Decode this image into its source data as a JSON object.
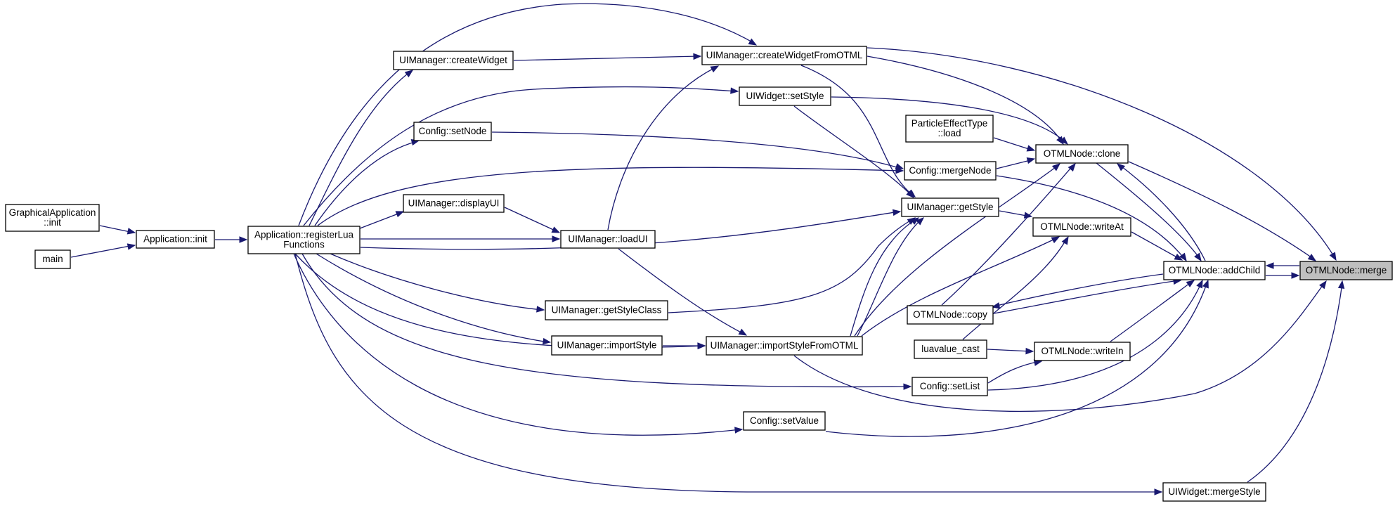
{
  "graph": {
    "title": "",
    "focus_node": "merge",
    "colors": {
      "edge": "#191970",
      "node_border": "#000000",
      "focus_fill": "#bfbfbf",
      "background": "#ffffff"
    },
    "nodes": [
      {
        "id": "ga_init",
        "lines": [
          "GraphicalApplication",
          "::init"
        ]
      },
      {
        "id": "main",
        "lines": [
          "main"
        ]
      },
      {
        "id": "app_init",
        "lines": [
          "Application::init"
        ]
      },
      {
        "id": "reg_lua",
        "lines": [
          "Application::registerLua",
          "Functions"
        ]
      },
      {
        "id": "ui_createWidget",
        "lines": [
          "UIManager::createWidget"
        ]
      },
      {
        "id": "cfg_setNode",
        "lines": [
          "Config::setNode"
        ]
      },
      {
        "id": "ui_displayUI",
        "lines": [
          "UIManager::displayUI"
        ]
      },
      {
        "id": "ui_loadUI",
        "lines": [
          "UIManager::loadUI"
        ]
      },
      {
        "id": "ui_getStyleClass",
        "lines": [
          "UIManager::getStyleClass"
        ]
      },
      {
        "id": "ui_importStyle",
        "lines": [
          "UIManager::importStyle"
        ]
      },
      {
        "id": "ui_createWidgetFromOTML",
        "lines": [
          "UIManager::createWidgetFromOTML"
        ]
      },
      {
        "id": "uiw_setStyle",
        "lines": [
          "UIWidget::setStyle"
        ]
      },
      {
        "id": "ui_importStyleFromOTML",
        "lines": [
          "UIManager::importStyleFromOTML"
        ]
      },
      {
        "id": "cfg_setValue",
        "lines": [
          "Config::setValue"
        ]
      },
      {
        "id": "pet_load",
        "lines": [
          "ParticleEffectType",
          "::load"
        ]
      },
      {
        "id": "cfg_mergeNode",
        "lines": [
          "Config::mergeNode"
        ]
      },
      {
        "id": "ui_getStyle",
        "lines": [
          "UIManager::getStyle"
        ]
      },
      {
        "id": "otml_copy",
        "lines": [
          "OTMLNode::copy"
        ]
      },
      {
        "id": "luavalue_cast",
        "lines": [
          "luavalue_cast"
        ]
      },
      {
        "id": "cfg_setList",
        "lines": [
          "Config::setList"
        ]
      },
      {
        "id": "otml_clone",
        "lines": [
          "OTMLNode::clone"
        ]
      },
      {
        "id": "otml_writeAt",
        "lines": [
          "OTMLNode::writeAt"
        ]
      },
      {
        "id": "otml_writeIn",
        "lines": [
          "OTMLNode::writeIn"
        ]
      },
      {
        "id": "otml_addChild",
        "lines": [
          "OTMLNode::addChild"
        ]
      },
      {
        "id": "uiw_mergeStyle",
        "lines": [
          "UIWidget::mergeStyle"
        ]
      },
      {
        "id": "merge",
        "lines": [
          "OTMLNode::merge"
        ]
      }
    ]
  }
}
